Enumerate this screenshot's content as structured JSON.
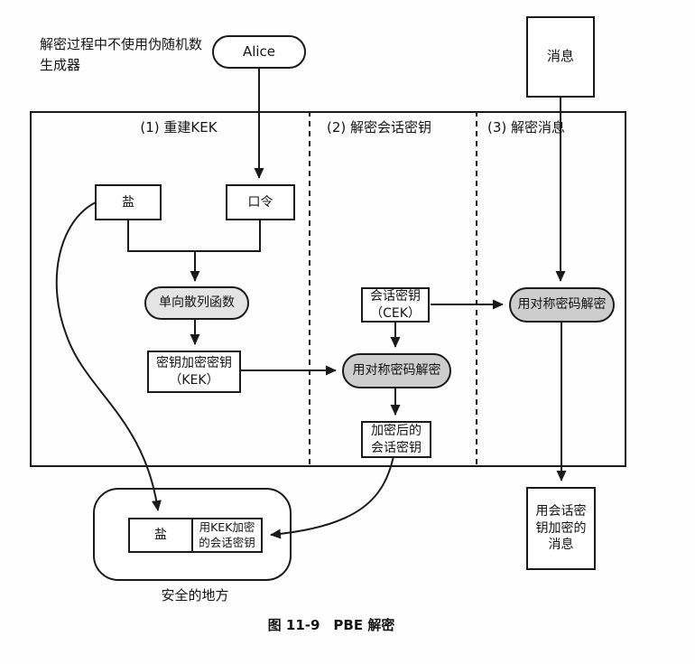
{
  "note": {
    "line1": "解密过程中不使用伪随机数",
    "line2": "生成器"
  },
  "caption": "图 11-9　PBE 解密",
  "sections": {
    "s1": "(1) 重建KEK",
    "s2": "(2) 解密会话密钥",
    "s3": "(3) 解密消息"
  },
  "nodes": {
    "alice": "Alice",
    "message": "消息",
    "salt": "盐",
    "password": "口令",
    "hash_function": "单向散列函数",
    "kek": {
      "line1": "密钥加密密钥",
      "line2": "（KEK）"
    },
    "cek": {
      "line1": "会话密钥",
      "line2": "（CEK）"
    },
    "decrypt_session_key": "用对称密码解密",
    "decrypt_message": "用对称密码解密",
    "encrypted_session_key": {
      "line1": "加密后的",
      "line2": "会话密钥"
    },
    "encrypted_message": {
      "line1": "用会话密",
      "line2": "钥加密的",
      "line3": "消息"
    },
    "safe": {
      "salt": "盐",
      "wrapped_key_line1": "用KEK加密",
      "wrapped_key_line2": "的会话密钥",
      "label": "安全的地方"
    }
  },
  "colors": {
    "stroke": "#1a1a1a",
    "cipher_oval_fill": "#cdcdcd",
    "hash_oval_fill": "#e4e4e4",
    "background": "#fefefe"
  }
}
